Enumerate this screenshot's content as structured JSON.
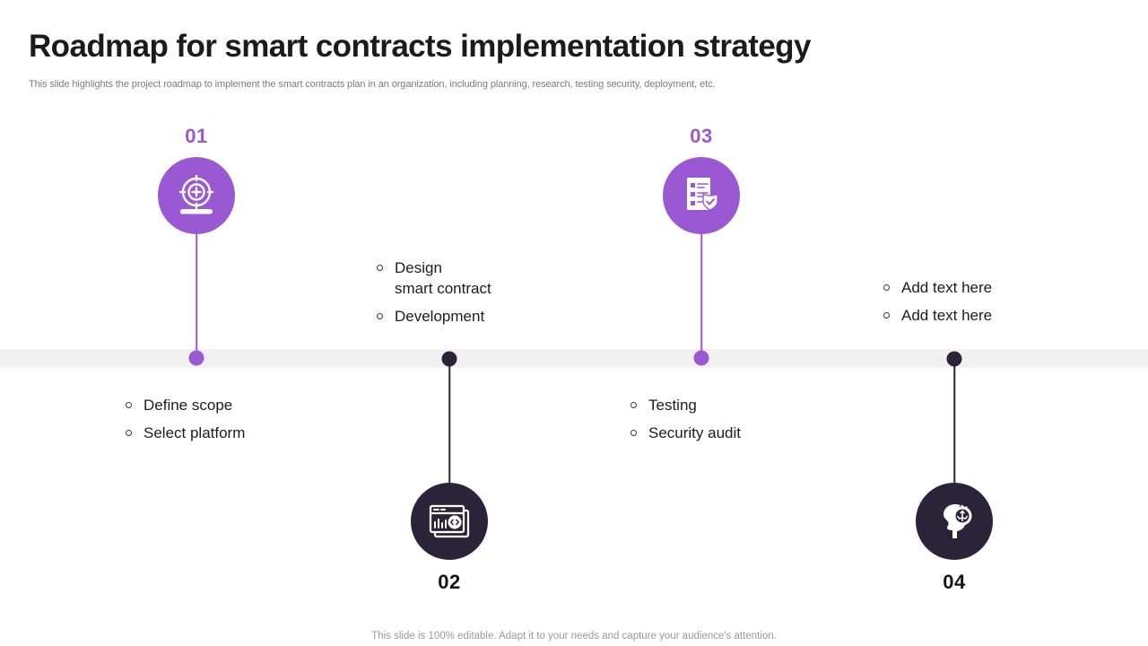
{
  "header": {
    "title": "Roadmap for smart contracts implementation strategy",
    "subtitle": "This slide highlights the project roadmap to implement the smart contracts plan in an organization, including planning, research, testing security, deployment, etc."
  },
  "colors": {
    "purple": "#9a58d2",
    "purple_number": "#9b59d0",
    "dark": "#2b2438",
    "dark_number": "#151515",
    "band": "#f1f1f1",
    "text": "#1d1d1d",
    "subtitle_text": "#7c7c7c",
    "footer_text": "#9a9a9a",
    "background": "#ffffff"
  },
  "milestones": [
    {
      "number": "01",
      "position": "above",
      "color": "purple",
      "icon": "target-scope-icon",
      "items": [
        "Define scope",
        "Select platform"
      ]
    },
    {
      "number": "02",
      "position": "below",
      "color": "dark",
      "icon": "code-window-icon",
      "items": [
        "Design\nsmart contract",
        "Development"
      ]
    },
    {
      "number": "03",
      "position": "above",
      "color": "purple",
      "icon": "checklist-shield-icon",
      "items": [
        "Testing",
        "Security audit"
      ]
    },
    {
      "number": "04",
      "position": "below",
      "color": "dark",
      "icon": "head-gear-icon",
      "items": [
        "Add text here",
        "Add text here"
      ]
    }
  ],
  "lists": {
    "one": {
      "item1": "Define scope",
      "item2": "Select platform"
    },
    "two": {
      "item1_line1": "Design",
      "item1_line2": "smart contract",
      "item2": "Development"
    },
    "three": {
      "item1": "Testing",
      "item2": "Security audit"
    },
    "four": {
      "item1": "Add text here",
      "item2": "Add text here"
    }
  },
  "footer": {
    "note": "This slide is 100% editable. Adapt it to your needs and capture your audience's attention."
  }
}
